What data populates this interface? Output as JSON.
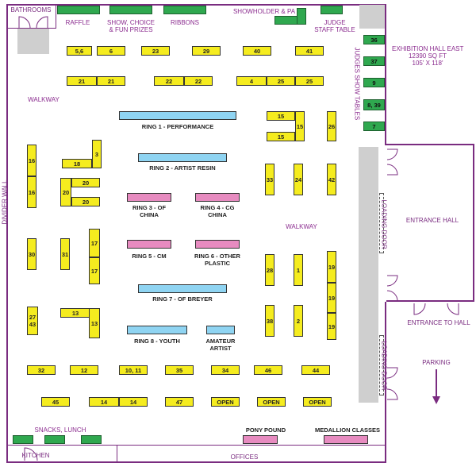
{
  "areas": {
    "bathrooms": "BATHROOMS",
    "raffle": "RAFFLE",
    "show_choice": "SHOW, CHOICE\n& FUN PRIZES",
    "ribbons": "RIBBONS",
    "showholder": "SHOWHOLDER & PA",
    "judge_staff": "JUDGE\nSTAFF TABLE",
    "hall_title": "EXHIBITION HALL EAST\n12390 SQ FT\n105' X 118'",
    "judges_show_tables": "JUDGES SHOW TABLES",
    "walkway_left": "WALKWAY",
    "walkway_center": "WALKWAY",
    "divider_wall": "DIVIDER WALL",
    "entrance_hall": "ENTRANCE HALL",
    "entrance_to_hall": "ENTRANCE TO HALL",
    "loading_door_1": "LOADING DOOR",
    "loading_door_2": "LOADING DOOR",
    "parking": "PARKING",
    "snacks": "SNACKS, LUNCH",
    "kitchen": "KITCHEN",
    "offices": "OFFICES",
    "pony_pound": "PONY POUND",
    "medallion": "MEDALLION CLASSES"
  },
  "rings": {
    "r1": "RING 1 -  PERFORMANCE",
    "r2": "RING 2 - ARTIST RESIN",
    "r3": "RING 3 - OF\nCHINA",
    "r4": "RING 4 - CG\nCHINA",
    "r5": "RING 5 - CM",
    "r6": "RING 6 - OTHER\nPLASTIC",
    "r7": "RING 7 - OF BREYER",
    "r8": "RING 8 - YOUTH",
    "r9": "AMATEUR\nARTIST"
  },
  "tables": {
    "t56": "5,6",
    "t6": "6",
    "t23": "23",
    "t29": "29",
    "t40": "40",
    "t41": "41",
    "t21a": "21",
    "t21b": "21",
    "t22a": "22",
    "t22b": "22",
    "t4": "4",
    "t25a": "25",
    "t25b": "25",
    "t15a": "15",
    "t15b": "15",
    "t15c": "15",
    "t26": "26",
    "t16a": "16",
    "t16b": "16",
    "t18": "18",
    "t3": "3",
    "t20a": "20",
    "t20b": "20",
    "t20c": "20",
    "t33": "33",
    "t24": "24",
    "t42": "42",
    "t30": "30",
    "t31": "31",
    "t17a": "17",
    "t17b": "17",
    "t28": "28",
    "t1": "1",
    "t19a": "19",
    "t19b": "19",
    "t19c": "19",
    "t27": "27\n43",
    "t13a": "13",
    "t13b": "13",
    "t38": "38",
    "t2": "2",
    "t32": "32",
    "t12": "12",
    "t1011": "10, 11",
    "t35": "35",
    "t34": "34",
    "t46": "46",
    "t44": "44",
    "t45": "45",
    "t14a": "14",
    "t14b": "14",
    "t47": "47",
    "open1": "OPEN",
    "open2": "OPEN",
    "open3": "OPEN",
    "g36": "36",
    "g37": "37",
    "g9": "9",
    "g839": "8, 39",
    "g7": "7"
  },
  "colors": {
    "wall": "#7a2c80",
    "table": "#f5ec1f",
    "vendor": "#2fa84f",
    "ring_blue": "#8fd4f2",
    "ring_pink": "#e78bc0",
    "label": "#8b2c8f"
  }
}
